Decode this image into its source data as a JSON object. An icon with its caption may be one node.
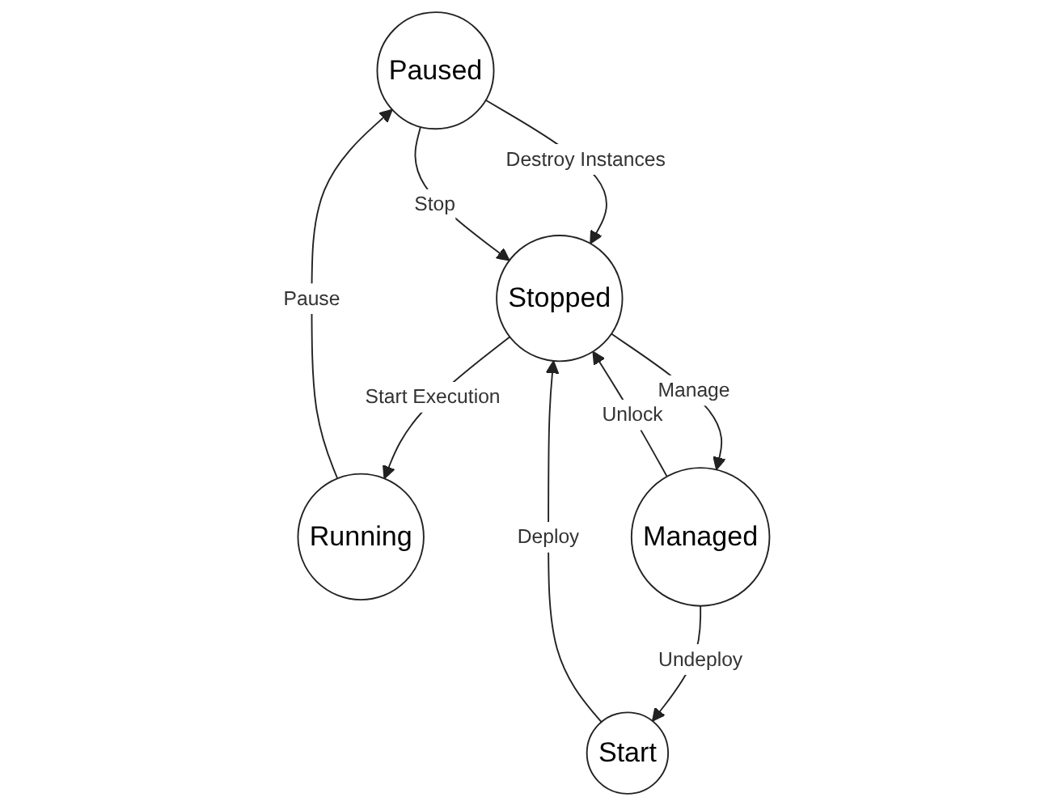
{
  "diagram": {
    "nodes": [
      {
        "text": [
          "Paused"
        ]
      },
      {
        "text": [
          "Running"
        ]
      },
      {
        "text": [
          "Start"
        ]
      },
      {
        "text": [
          "Stopped"
        ]
      },
      {
        "text": [
          "Managed"
        ]
      }
    ],
    "edges": [
      {
        "from": 1,
        "to": 0,
        "arrow": "to",
        "label": "Pause"
      },
      {
        "from": 0,
        "to": 3,
        "arrow": "to",
        "label": "Destroy Instances"
      },
      {
        "from": 0,
        "to": 3,
        "arrow": "to",
        "label": "Stop"
      },
      {
        "from": 3,
        "to": 1,
        "arrow": "to",
        "label": "Start Execution"
      },
      {
        "from": 2,
        "to": 3,
        "arrow": "to",
        "label": "Deploy"
      },
      {
        "from": 3,
        "to": 4,
        "arrow": "to",
        "label": "Manage"
      },
      {
        "from": 4,
        "to": 3,
        "arrow": "to",
        "label": "Unlock"
      },
      {
        "from": 4,
        "to": 2,
        "arrow": "to",
        "label": "Undeploy"
      }
    ]
  }
}
